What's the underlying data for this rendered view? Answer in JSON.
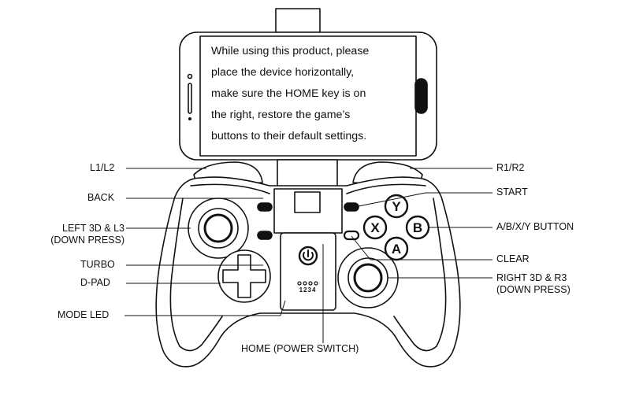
{
  "phone_screen": {
    "lines": [
      "While using this product, please",
      "place the device horizontally,",
      "make sure the HOME key is on",
      "the right, restore the game’s",
      "buttons to their default settings."
    ]
  },
  "labels": {
    "l1l2": "L1/L2",
    "back": "BACK",
    "left_stick_1": "LEFT 3D & L3",
    "left_stick_2": "(DOWN PRESS)",
    "turbo": "TURBO",
    "dpad": "D-PAD",
    "mode_led": "MODE LED",
    "home": "HOME (POWER SWITCH)",
    "r1r2": "R1/R2",
    "start": "START",
    "abxy": "A/B/X/Y BUTTON",
    "clear": "CLEAR",
    "right_stick_1": "RIGHT 3D & R3",
    "right_stick_2": "(DOWN PRESS)"
  },
  "buttons": {
    "y": "Y",
    "x": "X",
    "b": "B",
    "a": "A",
    "led_numbers": "1234"
  }
}
